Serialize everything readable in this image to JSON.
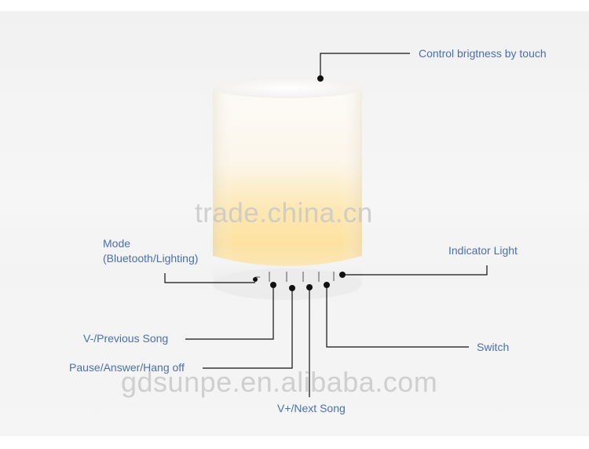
{
  "labels": {
    "touch": "Control brigtness by touch",
    "mode_line1": "Mode",
    "mode_line2": "(Bluetooth/Lighting)",
    "indicator": "Indicator Light",
    "volume_down": "V-/Previous Song",
    "switch": "Switch",
    "pause": "Pause/Answer/Hang off",
    "volume_up": "V+/Next Song"
  },
  "watermarks": {
    "center": "trade.china.cn",
    "bottom": "gdsunpe.en.alibaba.com"
  },
  "colors": {
    "label_text": "#4a6fae",
    "leader_line": "#111111",
    "lamp_shell": "#fbfaf7",
    "lamp_glow": "#fde6a8"
  }
}
